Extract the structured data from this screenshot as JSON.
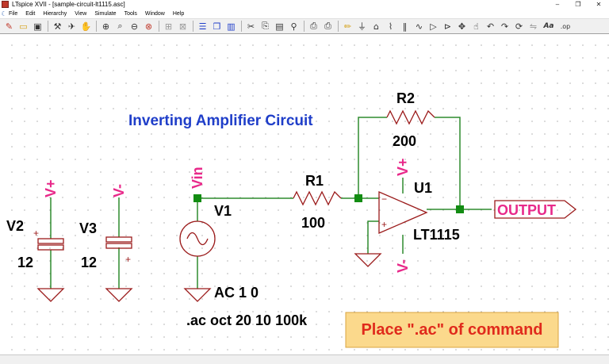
{
  "window": {
    "title": "LTspice XVII - [sample-circuit-lt1115.asc]",
    "controls": [
      "–",
      "❐",
      "✕"
    ]
  },
  "menu": {
    "items": [
      "File",
      "Edit",
      "Hierarchy",
      "View",
      "Simulate",
      "Tools",
      "Window",
      "Help"
    ]
  },
  "toolbar": {
    "icons": [
      "new-schematic-icon",
      "open-icon",
      "save-icon",
      "control-panel-icon",
      "run-icon",
      "halt-icon",
      "zoom-in-icon",
      "pan-icon",
      "zoom-out-icon",
      "zoom-fit-icon",
      "autorange-icon",
      "tile-horizontal-icon",
      "cascade-icon",
      "tile-vertical-icon",
      "cut-icon",
      "copy-icon",
      "paste-icon",
      "find-icon",
      "print-setup-icon",
      "print-icon",
      "draw-wire-icon",
      "ground-icon",
      "label-net-icon",
      "resistor-icon",
      "capacitor-icon",
      "inductor-icon",
      "diode-icon",
      "component-icon",
      "move-icon",
      "drag-icon",
      "undo-icon",
      "redo-icon",
      "rotate-icon",
      "mirror-icon",
      "text-icon",
      "spice-directive-icon"
    ],
    "text_labels": {
      "text": "Aa",
      "directive": ".op"
    }
  },
  "schematic": {
    "heading": "Inverting Amplifier Circuit",
    "r2": {
      "name": "R2",
      "value": "200"
    },
    "r1": {
      "name": "R1",
      "value": "100"
    },
    "v1": {
      "name": "V1",
      "source": "AC 1 0"
    },
    "v2": {
      "name": "V2",
      "value": "12",
      "plus": "+"
    },
    "v3": {
      "name": "V3",
      "value": "12",
      "plus": "+"
    },
    "u1": {
      "name": "U1",
      "model": "LT1115",
      "minus": "−",
      "plus": "+"
    },
    "net_labels": {
      "vplus_left": "V+",
      "vminus_left": "V-",
      "vin": "Vin",
      "vplus_amp": "V+",
      "vminus_amp": "V-"
    },
    "output_label": "OUTPUT",
    "directive": ".ac oct 20 10 100k",
    "callout": "Place \".ac\" of command",
    "colors": {
      "wire": "#2e8b2e",
      "component": "#9b1b1b",
      "net_label": "#e8298a",
      "heading": "#1f3ec9",
      "callout_bg": "#fbd98c",
      "callout_text": "#e02a1c",
      "junction": "#128c12"
    }
  }
}
